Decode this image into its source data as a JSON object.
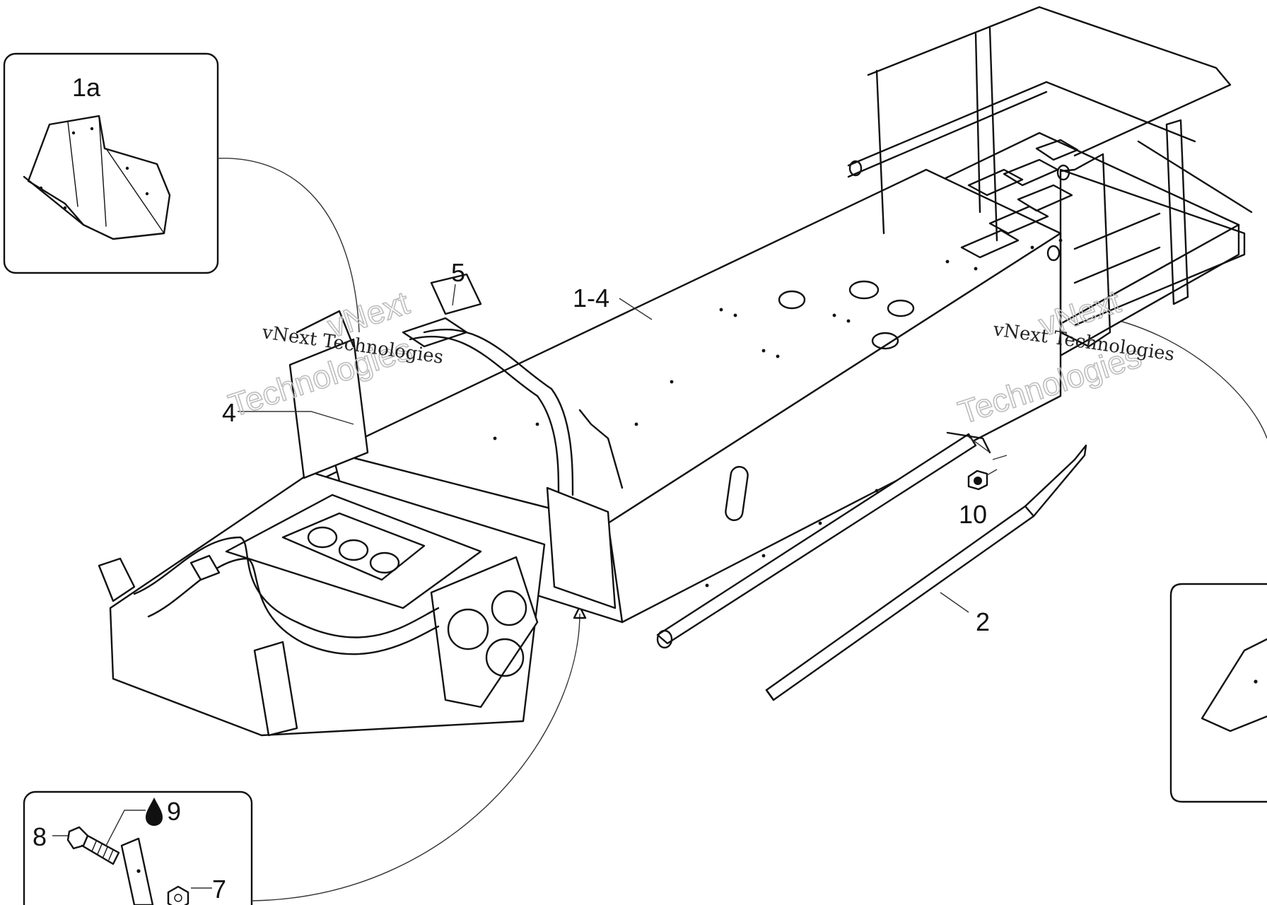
{
  "callouts": {
    "c1a": "1a",
    "c5": "5",
    "c1_4": "1-4",
    "c4": "4",
    "c10": "10",
    "c2": "2",
    "c8": "8",
    "c9": "9",
    "c7": "7"
  },
  "watermark": {
    "brand": "vNext",
    "company": "Technologies",
    "full": "vNext Technologies"
  },
  "icons": {
    "sealant_drop": "drop-icon"
  }
}
